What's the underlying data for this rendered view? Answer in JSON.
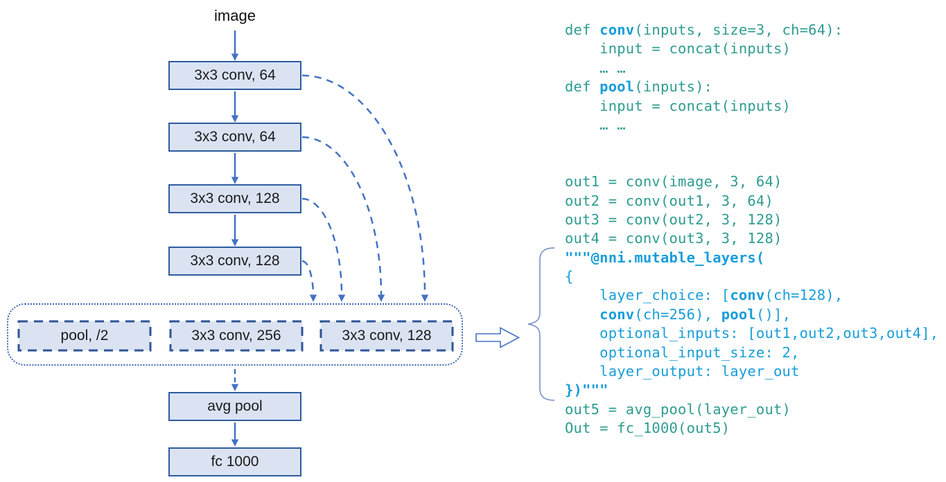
{
  "figure": {
    "description_label": "NNI mutable layer architecture diagram with code"
  },
  "colors": {
    "background": "#ffffff",
    "box_fill": "#dbe3f3",
    "box_border": "#2e5c9e",
    "dashed_border": "#2f5597",
    "arrow_blue": "#4472c4",
    "container_border": "#3b66b0",
    "brace_blue": "#8096cc",
    "code_teal": "#2e9c91",
    "code_blue": "#189dd9",
    "text_dark": "#1a1a1a"
  },
  "diagram": {
    "input_label": "image",
    "conv_boxes": [
      {
        "label": "3x3 conv, 64"
      },
      {
        "label": "3x3 conv, 64"
      },
      {
        "label": "3x3 conv, 128"
      },
      {
        "label": "3x3 conv, 128"
      }
    ],
    "choice_boxes": [
      {
        "label": "pool, /2"
      },
      {
        "label": "3x3 conv, 256"
      },
      {
        "label": "3x3 conv, 128"
      }
    ],
    "avg_pool_label": "avg pool",
    "fc_label": "fc 1000"
  },
  "code": {
    "lines": [
      [
        {
          "t": "def ",
          "c": "teal"
        },
        {
          "t": "conv",
          "c": "blue_bold"
        },
        {
          "t": "(inputs, size=3, ch=64):",
          "c": "teal"
        }
      ],
      [
        {
          "t": "    input = concat(inputs)",
          "c": "teal"
        }
      ],
      [
        {
          "t": "    … …",
          "c": "teal"
        }
      ],
      [
        {
          "t": "def ",
          "c": "teal"
        },
        {
          "t": "pool",
          "c": "blue_bold"
        },
        {
          "t": "(inputs):",
          "c": "teal"
        }
      ],
      [
        {
          "t": "    input = concat(inputs)",
          "c": "teal"
        }
      ],
      [
        {
          "t": "    … …",
          "c": "teal"
        }
      ],
      [],
      [],
      [
        {
          "t": "out1 = conv(image, 3, 64)",
          "c": "teal"
        }
      ],
      [
        {
          "t": "out2 = conv(out1, 3, 64)",
          "c": "teal"
        }
      ],
      [
        {
          "t": "out3 = conv(out2, 3, 128)",
          "c": "teal"
        }
      ],
      [
        {
          "t": "out4 = conv(out3, 3, 128)",
          "c": "teal"
        }
      ],
      [
        {
          "t": "\"\"\"@nni.mutable_layers(",
          "c": "blue_bold"
        }
      ],
      [
        {
          "t": "{",
          "c": "blue"
        }
      ],
      [
        {
          "t": "    layer_choice: [",
          "c": "blue"
        },
        {
          "t": "conv",
          "c": "blue_bold"
        },
        {
          "t": "(ch=128),",
          "c": "blue"
        }
      ],
      [
        {
          "t": "    ",
          "c": "blue"
        },
        {
          "t": "conv",
          "c": "blue_bold"
        },
        {
          "t": "(ch=256), ",
          "c": "blue"
        },
        {
          "t": "pool",
          "c": "blue_bold"
        },
        {
          "t": "()],",
          "c": "blue"
        }
      ],
      [
        {
          "t": "    optional_inputs: [out1,out2,out3,out4],",
          "c": "blue"
        }
      ],
      [
        {
          "t": "    optional_input_size: 2,",
          "c": "blue"
        }
      ],
      [
        {
          "t": "    layer_output: layer_out",
          "c": "blue"
        }
      ],
      [
        {
          "t": "})\"\"\"",
          "c": "blue_bold"
        }
      ],
      [
        {
          "t": "out5 = avg_pool(layer_out)",
          "c": "teal"
        }
      ],
      [
        {
          "t": "Out = fc_1000(out5)",
          "c": "teal"
        }
      ]
    ]
  }
}
